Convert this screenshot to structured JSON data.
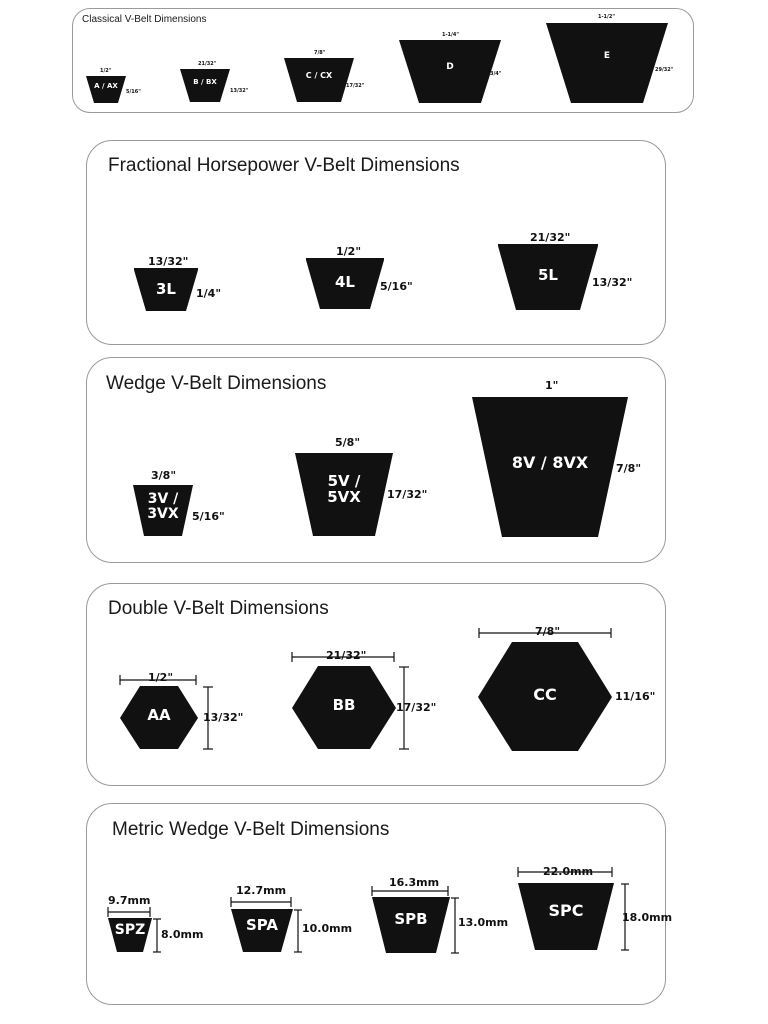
{
  "sections": {
    "classical": {
      "title": "Classical V-Belt Dimensions",
      "belts": [
        {
          "label": "A / AX",
          "top": "1/2\"",
          "height": "5/16\""
        },
        {
          "label": "B / BX",
          "top": "21/32\"",
          "height": "13/32\""
        },
        {
          "label": "C / CX",
          "top": "7/8\"",
          "height": "17/32\""
        },
        {
          "label": "D",
          "top": "1-1/4\"",
          "height": "3/4\""
        },
        {
          "label": "E",
          "top": "1-1/2\"",
          "height": "29/32\""
        }
      ]
    },
    "fractional": {
      "title": "Fractional Horsepower V-Belt Dimensions",
      "belts": [
        {
          "label": "3L",
          "top": "13/32\"",
          "height": "1/4\""
        },
        {
          "label": "4L",
          "top": "1/2\"",
          "height": "5/16\""
        },
        {
          "label": "5L",
          "top": "21/32\"",
          "height": "13/32\""
        }
      ]
    },
    "wedge": {
      "title": "Wedge V-Belt Dimensions",
      "belts": [
        {
          "label_line1": "3V /",
          "label_line2": "3VX",
          "top": "3/8\"",
          "height": "5/16\""
        },
        {
          "label_line1": "5V /",
          "label_line2": "5VX",
          "top": "5/8\"",
          "height": "17/32\""
        },
        {
          "label": "8V / 8VX",
          "top": "1\"",
          "height": "7/8\""
        }
      ]
    },
    "double": {
      "title": "Double V-Belt Dimensions",
      "belts": [
        {
          "label": "AA",
          "top": "1/2\"",
          "height": "13/32\""
        },
        {
          "label": "BB",
          "top": "21/32\"",
          "height": "17/32\""
        },
        {
          "label": "CC",
          "top": "7/8\"",
          "height": "11/16\""
        }
      ]
    },
    "metric": {
      "title": "Metric Wedge V-Belt Dimensions",
      "belts": [
        {
          "label": "SPZ",
          "top": "9.7mm",
          "height": "8.0mm"
        },
        {
          "label": "SPA",
          "top": "12.7mm",
          "height": "10.0mm"
        },
        {
          "label": "SPB",
          "top": "16.3mm",
          "height": "13.0mm"
        },
        {
          "label": "SPC",
          "top": "22.0mm",
          "height": "18.0mm"
        }
      ]
    }
  },
  "colors": {
    "belt_fill": "#111111",
    "panel_border": "#9a9a9a",
    "label_text": "#ffffff"
  }
}
